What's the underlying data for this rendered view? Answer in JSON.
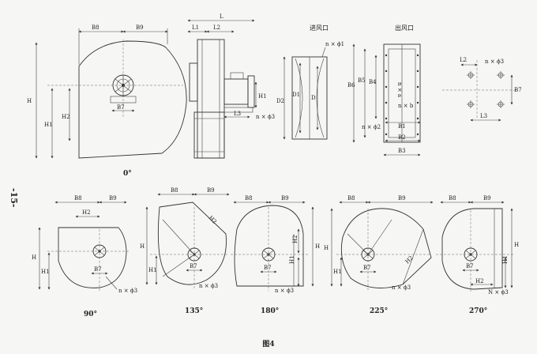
{
  "page": {
    "side_page_number": "-15-",
    "figure_caption": "图4"
  },
  "top_drawings": {
    "main_view": {
      "labels": {
        "b8": "B8",
        "b9": "B9",
        "h": "H",
        "h1": "H1",
        "h2": "H2",
        "b7": "B7"
      },
      "angle": "0°"
    },
    "side_view": {
      "labels": {
        "l": "L",
        "l1": "L1",
        "l2": "L2",
        "l3": "L3",
        "h1": "H1",
        "nphi3": "n × ϕ3"
      }
    },
    "inlet": {
      "title": "进风口",
      "labels": {
        "nphi1": "n × ϕ1",
        "d": "D",
        "d1": "D1",
        "d2": "D2"
      }
    },
    "outlet": {
      "title": "出风口",
      "labels": {
        "b6": "B6",
        "b5": "B5",
        "b4": "B4",
        "b1": "B1",
        "b2": "B2",
        "b3": "B3",
        "nxa": "n × a",
        "nxb": "n × b",
        "nphi2": "n × ϕ2"
      }
    },
    "base": {
      "labels": {
        "l2": "L2",
        "nphi3": "n × ϕ3",
        "b7": "B7",
        "l3": "L3"
      }
    }
  },
  "bottom_drawings": [
    {
      "angle": "90°",
      "labels": {
        "b8": "B8",
        "b9": "B9",
        "h2": "H2",
        "h": "H",
        "h1": "H1",
        "b7": "B7",
        "nphi3": "n × ϕ3"
      }
    },
    {
      "angle": "135°",
      "labels": {
        "b8": "B8",
        "b9": "B9",
        "h2": "H2",
        "h": "H",
        "h1": "H1",
        "b7": "B7",
        "nphi3": "n × ϕ3"
      }
    },
    {
      "angle": "180°",
      "labels": {
        "b8": "B8",
        "b9": "B9",
        "h": "H",
        "h1": "H1",
        "h2": "H2",
        "b7": "B7",
        "nphi3": "n × ϕ3"
      }
    },
    {
      "angle": "225°",
      "labels": {
        "b8": "B8",
        "b9": "B9",
        "h": "H",
        "h1": "H1",
        "h2": "H2",
        "b7": "B7",
        "nphi3": "n × ϕ3"
      }
    },
    {
      "angle": "270°",
      "labels": {
        "b8": "B8",
        "b9": "B9",
        "h": "H",
        "h1": "H1",
        "h2": "H2",
        "b7": "B7",
        "nphi3": "N × ϕ3"
      }
    }
  ],
  "colors": {
    "ink": "#333333",
    "paper": "#f6f6f4"
  }
}
